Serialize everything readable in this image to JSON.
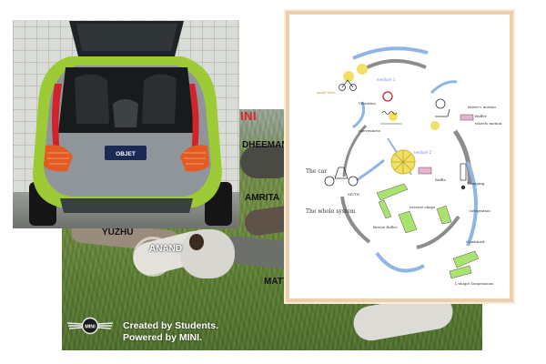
{
  "poster": {
    "title_fragment": "INI",
    "names": {
      "dheemant": "DHEEMANT",
      "amrita": "AMRITA",
      "yuzhu": "YUZHU",
      "anand": "ANAND",
      "matt": "MATT"
    },
    "brand_logo_text": "MINI",
    "tagline_line1": "Created by Students.",
    "tagline_line2": "Powered by MINI."
  },
  "car": {
    "license_plate": "OBJET"
  },
  "sketch": {
    "labels": {
      "top_mid": "medium 1",
      "top_left": "small dots",
      "vibration": "Vibration",
      "unevenness": "unevenness",
      "drivers_motion": "driver's motion",
      "buffer": "Buffer",
      "wheels_motion": "wheels motion",
      "the_car": "The car",
      "medium2": "medium 2",
      "baffle": "Baffle",
      "damping": "Damping",
      "whole_system": "The whole system",
      "mvtn": "MVTN",
      "bessie_roller": "Bessie Roller",
      "reverse_shape": "reverse shape",
      "integration": "Integration",
      "combined": "Combined",
      "l_shape": "L-shape Suspensions"
    }
  },
  "colors": {
    "car_body": "#9ccb36",
    "car_grey": "#8f9599",
    "car_taillight": "#d2232a",
    "mini_red": "#e2202a",
    "sketch_arrow_grey": "#8d8d8d",
    "sketch_arrow_blue": "#8fb5e6",
    "sketch_yellow": "#f1e063",
    "sketch_green": "#a9e36e",
    "sketch_pink": "#e6b3d0"
  }
}
